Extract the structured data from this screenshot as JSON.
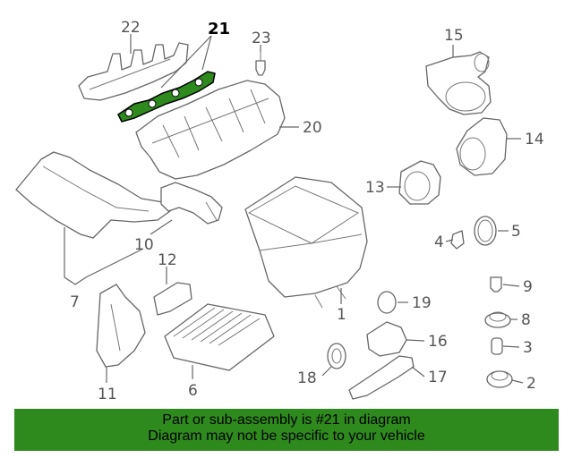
{
  "diagram": {
    "highlight_color": "#2f8a1e",
    "labels": [
      {
        "id": "22",
        "text": "22"
      },
      {
        "id": "21",
        "text": "21"
      },
      {
        "id": "23",
        "text": "23"
      },
      {
        "id": "15",
        "text": "15"
      },
      {
        "id": "20",
        "text": "20"
      },
      {
        "id": "14",
        "text": "14"
      },
      {
        "id": "13",
        "text": "13"
      },
      {
        "id": "10",
        "text": "10"
      },
      {
        "id": "4",
        "text": "4"
      },
      {
        "id": "5",
        "text": "5"
      },
      {
        "id": "12",
        "text": "12"
      },
      {
        "id": "7",
        "text": "7"
      },
      {
        "id": "1",
        "text": "1"
      },
      {
        "id": "9",
        "text": "9"
      },
      {
        "id": "19",
        "text": "19"
      },
      {
        "id": "8",
        "text": "8"
      },
      {
        "id": "16",
        "text": "16"
      },
      {
        "id": "3",
        "text": "3"
      },
      {
        "id": "18",
        "text": "18"
      },
      {
        "id": "17",
        "text": "17"
      },
      {
        "id": "2",
        "text": "2"
      },
      {
        "id": "11",
        "text": "11"
      },
      {
        "id": "6",
        "text": "6"
      }
    ]
  },
  "banner": {
    "line1": "Part or sub-assembly is #21 in diagram",
    "line2": "Diagram may not be specific to your vehicle",
    "background": "#2f8a1e"
  }
}
